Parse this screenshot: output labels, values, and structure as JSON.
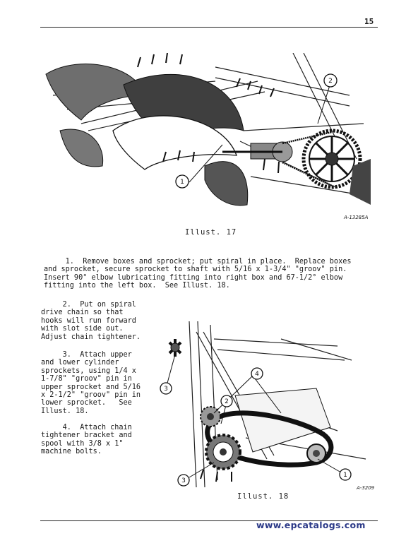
{
  "page": {
    "number": "15"
  },
  "figure17": {
    "caption": "Illust. 17",
    "ref": "A-13285A",
    "callouts": [
      "1",
      "2"
    ]
  },
  "figure18": {
    "caption": "Illust. 18",
    "ref": "A-3209",
    "callouts": [
      "1",
      "2",
      "3",
      "4",
      "3"
    ]
  },
  "steps": {
    "s1": "     1.  Remove boxes and sprocket; put spiral in place.  Replace boxes\nand sprocket, secure sprocket to shaft with 5/16 x 1-3/4\" \"groov\" pin.\nInsert 90° elbow lubricating fitting into right box and 67-1/2° elbow\nfitting into the left box.  See Illust. 18.",
    "s2": "     2.  Put on spiral\ndrive chain so that\nhooks will run forward\nwith slot side out.\nAdjust chain tightener.",
    "s3": "     3.  Attach upper\nand lower cylinder\nsprockets, using 1/4 x\n1-7/8\" \"groov\" pin in\nupper sprocket and 5/16\nx 2-1/2\" \"groov\" pin in\nlower sprocket.   See\nIllust. 18.",
    "s4": "     4.  Attach chain\ntightener bracket and\nspool with 3/8 x 1\"\nmachine bolts."
  },
  "watermark": "www.epcatalogs.com"
}
